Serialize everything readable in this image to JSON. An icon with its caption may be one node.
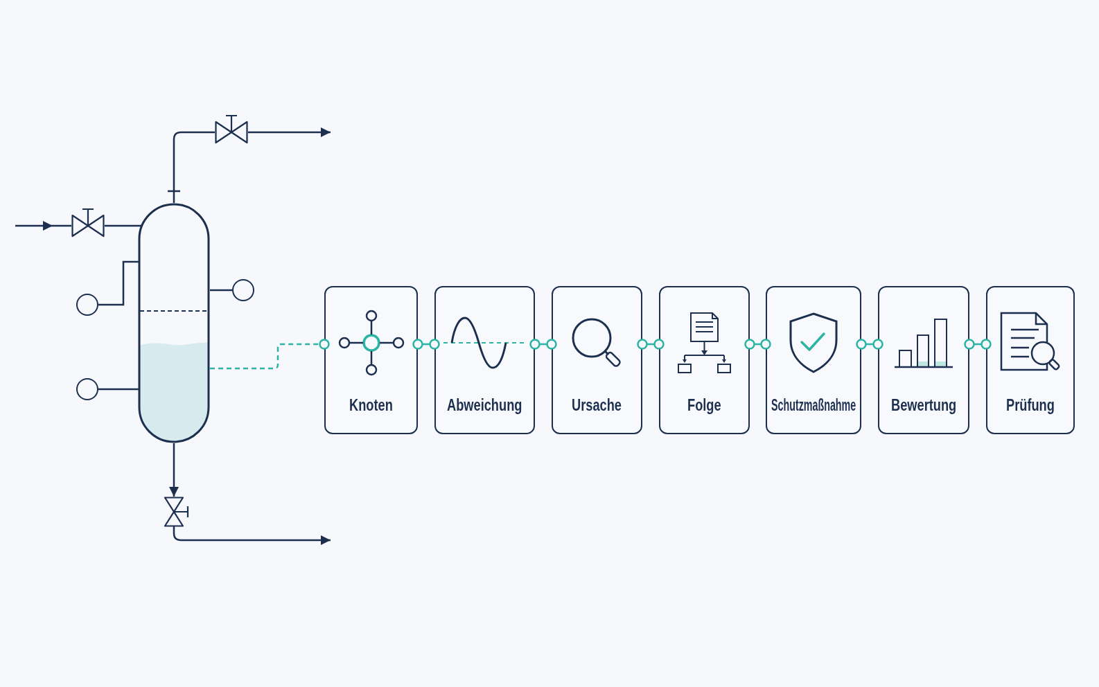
{
  "diagram": {
    "nodes": [
      {
        "text": [],
        "shape": "cylinder"
      },
      {
        "text": [],
        "shape": "valve"
      },
      {
        "text": [],
        "shape": "valve"
      },
      {
        "text": [],
        "shape": "valve"
      },
      {
        "text": [],
        "shape": "circle"
      },
      {
        "text": [],
        "shape": "circle"
      },
      {
        "text": [],
        "shape": "circle"
      },
      {
        "text": [
          "Knoten"
        ]
      },
      {
        "text": [
          "Abweichung"
        ]
      },
      {
        "text": [
          "Ursache"
        ]
      },
      {
        "text": [
          "Folge"
        ]
      },
      {
        "text": [
          "Schutzmaßnahme"
        ]
      },
      {
        "text": [
          "Bewertung"
        ]
      },
      {
        "text": [
          "Prüfung"
        ]
      }
    ],
    "edges": [
      {
        "from": null,
        "to": 1,
        "arrow": "to"
      },
      {
        "from": 1,
        "to": 0,
        "arrow": "none"
      },
      {
        "from": 0,
        "to": 2,
        "arrow": "none"
      },
      {
        "from": 2,
        "to": null,
        "arrow": "to"
      },
      {
        "from": 0,
        "to": 3,
        "arrow": "to"
      },
      {
        "from": 3,
        "to": null,
        "arrow": "to"
      },
      {
        "from": 0,
        "to": 4,
        "arrow": "none"
      },
      {
        "from": 0,
        "to": 5,
        "arrow": "none"
      },
      {
        "from": 0,
        "to": 6,
        "arrow": "none"
      },
      {
        "from": 0,
        "to": 7,
        "arrow": "other",
        "style": "dashed",
        "color": "#2bb3a3"
      },
      {
        "from": 7,
        "to": 8,
        "arrow": "other",
        "color": "#2bb3a3"
      },
      {
        "from": 8,
        "to": 9,
        "arrow": "other",
        "color": "#2bb3a3"
      },
      {
        "from": 9,
        "to": 10,
        "arrow": "other",
        "color": "#2bb3a3"
      },
      {
        "from": 10,
        "to": 11,
        "arrow": "other",
        "color": "#2bb3a3"
      },
      {
        "from": 11,
        "to": 12,
        "arrow": "other",
        "color": "#2bb3a3"
      },
      {
        "from": 12,
        "to": 13,
        "arrow": "other",
        "color": "#2bb3a3"
      }
    ]
  }
}
